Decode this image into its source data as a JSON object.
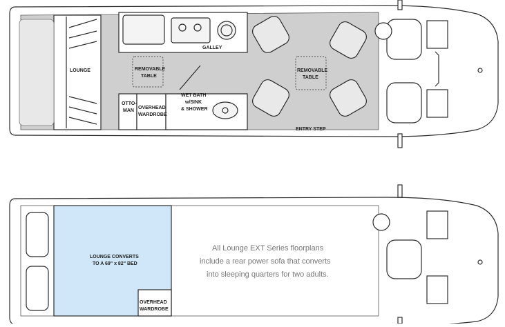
{
  "top_plan": {
    "lounge": "LOUNGE",
    "removable_table_left": [
      "REMOVABLE",
      "TABLE"
    ],
    "galley": "GALLEY",
    "removable_table_right": [
      "REMOVABLE",
      "TABLE"
    ],
    "ottoman": [
      "OTTO-",
      "MAN"
    ],
    "overhead_wardrobe": [
      "OVERHEAD",
      "WARDROBE"
    ],
    "wet_bath": [
      "WET BATH",
      "w/SINK",
      "& SHOWER"
    ],
    "entry_step": "ENTRY STEP"
  },
  "bottom_plan": {
    "bed": [
      "LOUNGE CONVERTS",
      "TO A 69\" x 82\" BED"
    ],
    "overhead_wardrobe": [
      "OVERHEAD",
      "WARDROBE"
    ],
    "note": [
      "All Lounge EXT Series floorplans",
      "include a rear power sofa that converts",
      "into sleeping quarters for two adults."
    ]
  },
  "colors": {
    "floor": "#cfcfcf",
    "bed": "#cfe7f8",
    "outline": "#2b2b2b",
    "note_text": "#777777"
  }
}
